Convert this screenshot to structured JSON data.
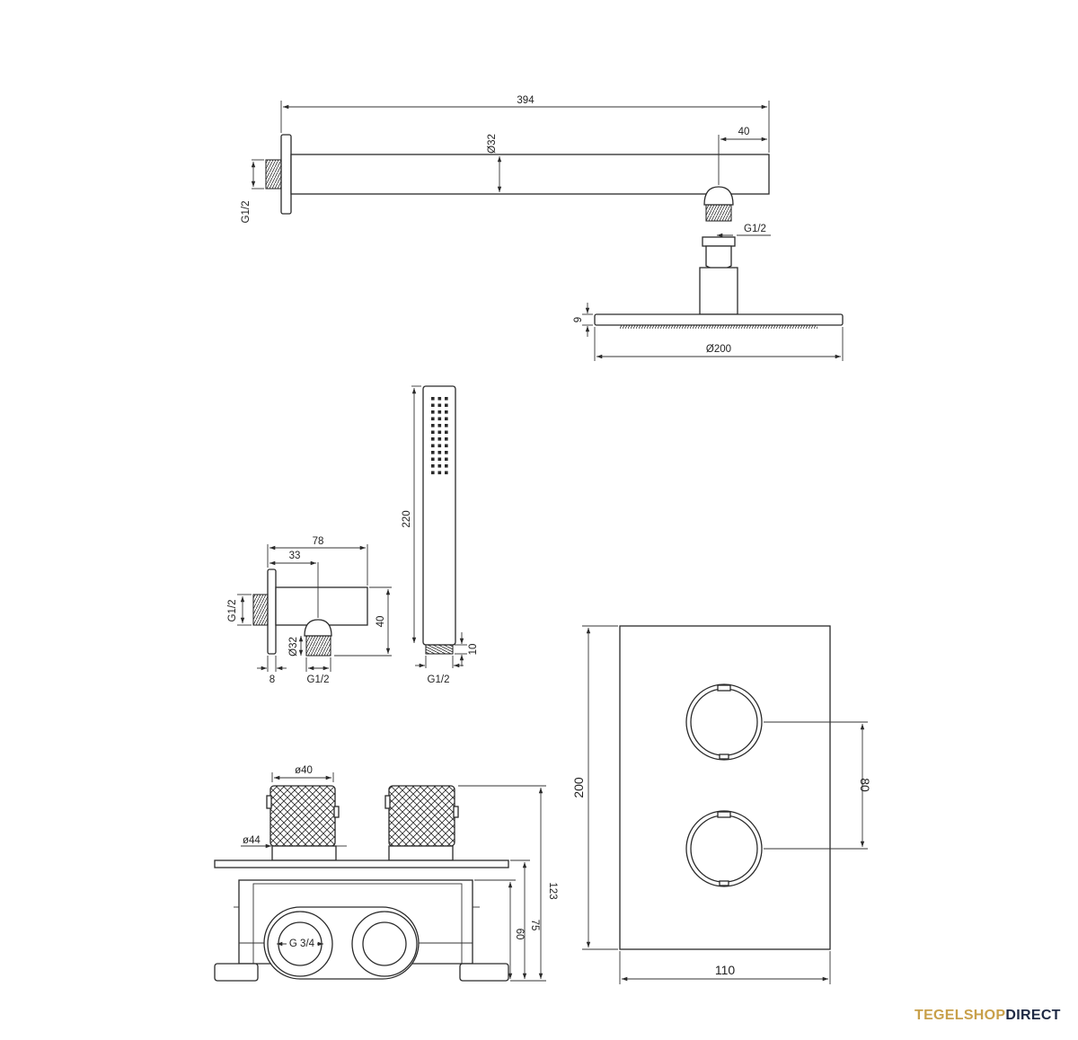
{
  "shower_arm": {
    "length": "394",
    "diameter": "Ø32",
    "offset": "40",
    "thread_wall": "G1/2",
    "thread_head": "G1/2"
  },
  "head_shower": {
    "height": "9",
    "diameter": "Ø200"
  },
  "hand_shower": {
    "length": "220",
    "base": "10",
    "thread": "G1/2"
  },
  "wall_outlet": {
    "depth": "78",
    "center": "33",
    "height": "40",
    "diameter": "Ø32",
    "flange": "8",
    "thread_wall": "G1/2",
    "thread_out": "G1/2"
  },
  "thermostat_body": {
    "knob_diameter": "ø40",
    "rosette_diameter": "ø44",
    "total_depth": "123",
    "box_depth": "75",
    "inlet_depth": "60",
    "inlet_thread": "G 3/4"
  },
  "cover_plate": {
    "height": "200",
    "width": "110",
    "spacing": "80"
  },
  "brand": {
    "part1": "TEGELSHOP",
    "part2": "DIRECT"
  },
  "colors": {
    "line": "#2a2a2a",
    "brand_gold": "#c8a04a",
    "brand_navy": "#1f2a44"
  }
}
